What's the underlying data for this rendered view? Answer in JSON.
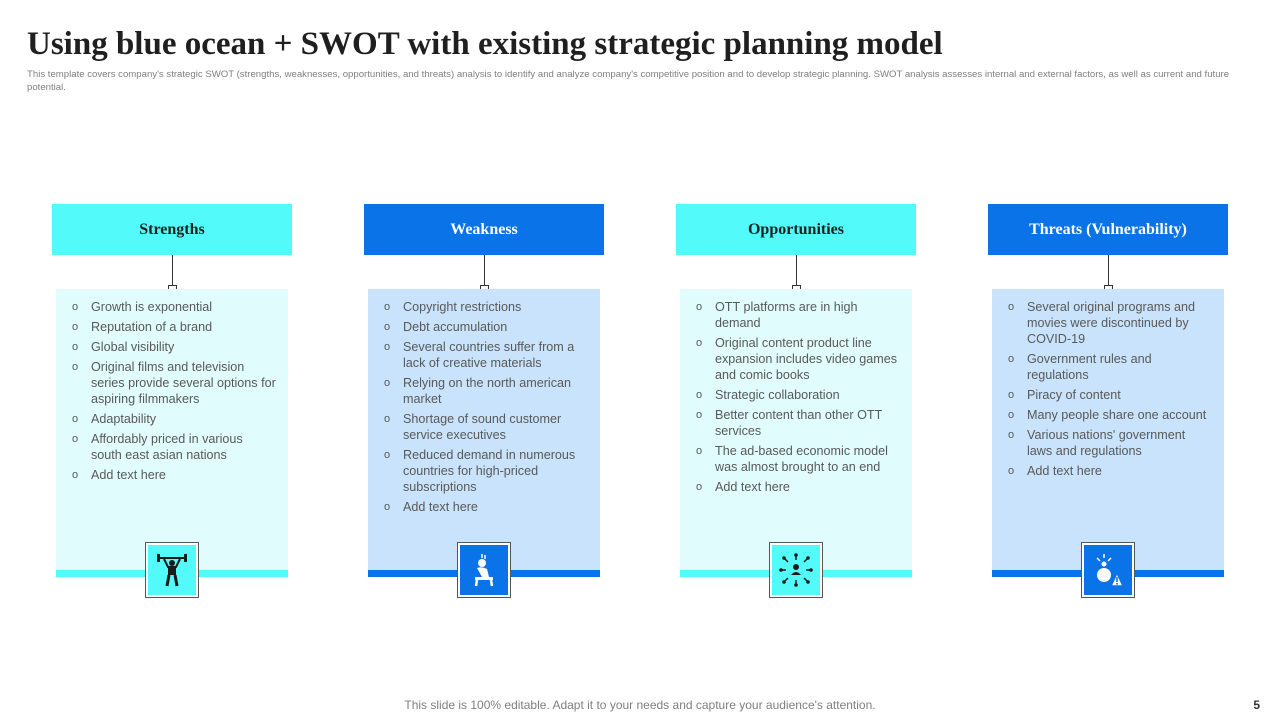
{
  "slide": {
    "title": "Using blue ocean + SWOT with existing strategic planning model",
    "subtitle": "This template covers company's strategic SWOT (strengths, weaknesses, opportunities, and threats) analysis to identify and analyze company's competitive position and to develop strategic planning. SWOT analysis assesses internal and external factors, as well as current and future potential.",
    "footer": "This slide is 100% editable. Adapt it to your needs and capture your audience's attention.",
    "page_number": "5"
  },
  "colors": {
    "cyan": "#53fafa",
    "blue": "#0a73e8",
    "light_cyan_fill": "#e0fcfd",
    "light_blue_fill": "#c8e3fb"
  },
  "bullet_glyph": "o",
  "columns": [
    {
      "header": "Strengths",
      "icon": "weightlifter-icon",
      "items": [
        "Growth is exponential",
        "Reputation of a brand",
        "Global visibility",
        "Original films and television series provide several options for aspiring filmmakers",
        "Adaptability",
        "Affordably priced in various south east asian nations",
        "Add text here"
      ]
    },
    {
      "header": "Weakness",
      "icon": "tired-person-icon",
      "items": [
        "Copyright restrictions",
        "Debt accumulation",
        "Several countries suffer from a lack of creative materials",
        "Relying on the north american market",
        "Shortage of sound customer service executives",
        "Reduced demand in numerous countries for high-priced subscriptions",
        "Add text here"
      ]
    },
    {
      "header": "Opportunities",
      "icon": "network-people-icon",
      "items": [
        "OTT platforms are in high demand",
        "Original content product line expansion includes video games and comic books",
        "Strategic collaboration",
        "Better content than other OTT services",
        "The ad-based economic model was almost brought to an end",
        "Add text here"
      ]
    },
    {
      "header": "Threats (Vulnerability)",
      "icon": "threat-warning-icon",
      "items": [
        "Several original programs and movies were discontinued by COVID-19",
        "Government rules and regulations",
        "Piracy of content",
        "Many people share one account",
        "Various nations' government laws and regulations",
        "Add text here"
      ]
    }
  ]
}
